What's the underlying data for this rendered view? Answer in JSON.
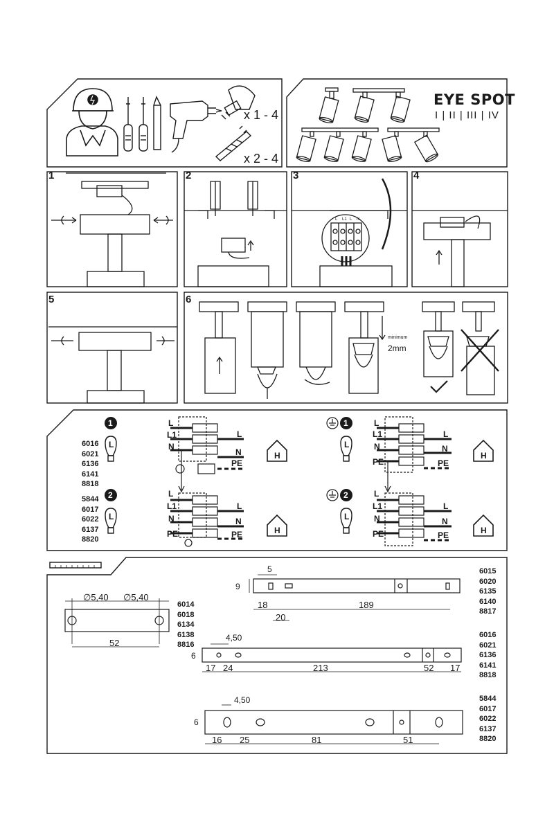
{
  "header": {
    "title": "EYE SPOT",
    "variants": "I | II | III | IV",
    "qty_bulbs": "x 1 - 4",
    "qty_plugs": "x 2 - 4"
  },
  "steps": [
    "1",
    "2",
    "3",
    "4",
    "5",
    "6"
  ],
  "step6": {
    "minimum": "minimum",
    "gap": "2mm"
  },
  "terminal_block_labels": [
    "L",
    "L1",
    "L",
    "N"
  ],
  "wiring": {
    "group1_num": "1",
    "group2_num": "2",
    "group1_codes": [
      "6016",
      "6021",
      "6136",
      "6141",
      "8818"
    ],
    "group2_codes": [
      "5844",
      "6017",
      "6022",
      "6137",
      "8820"
    ],
    "labels_top": [
      "L",
      "L1",
      "N"
    ],
    "labels_bottom": [
      "L",
      "L1",
      "N",
      "PE"
    ],
    "out_labels": [
      "L",
      "N",
      "PE"
    ],
    "house_letter": "H"
  },
  "dimensions": {
    "bracket_small": {
      "codes": [
        "6014",
        "6018",
        "6134",
        "6138",
        "8816"
      ],
      "holes": [
        "∅5,40",
        "∅5,40"
      ],
      "span": "52"
    },
    "bar1": {
      "codes": [
        "6015",
        "6020",
        "6135",
        "6140",
        "8817"
      ],
      "d5": "5",
      "d9": "9",
      "d18": "18",
      "d20": "20",
      "d189": "189"
    },
    "bar2": {
      "codes": [
        "6016",
        "6021",
        "6136",
        "6141",
        "8818"
      ],
      "d450": "4,50",
      "d6": "6",
      "d17a": "17",
      "d24": "24",
      "d213": "213",
      "d52": "52",
      "d17b": "17"
    },
    "bar3": {
      "codes": [
        "5844",
        "6017",
        "6022",
        "6137",
        "8820"
      ],
      "d450": "4,50",
      "d6": "6",
      "d16": "16",
      "d25": "25",
      "d81": "81",
      "d51": "51"
    }
  }
}
